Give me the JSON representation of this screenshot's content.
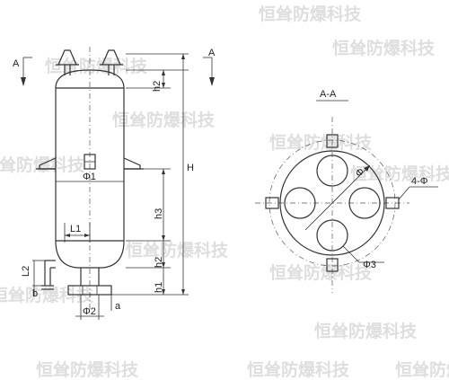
{
  "labels": {
    "arrow_left": "A",
    "arrow_right": "A",
    "h2_top": "h2",
    "H": "H",
    "h3": "h3",
    "phi1": "Φ1",
    "L1": "L1",
    "h2_bottom": "h2",
    "h1": "h1",
    "L2": "L2",
    "b": "b",
    "phi2": "Φ2",
    "a": "a",
    "section_title": "A-A",
    "four_phi": "4-Φ",
    "phi3": "Φ3"
  },
  "watermark": "恒耸防爆科技"
}
